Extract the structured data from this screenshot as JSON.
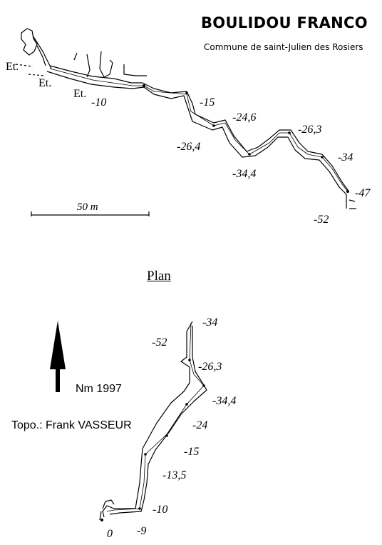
{
  "header": {
    "title": "BOULIDOU FRANCO",
    "subtitle": "Commune de saint-Julien des Rosiers"
  },
  "section": {
    "labels": {
      "et1": "Et.",
      "et2": "Et.",
      "et3": "Et.",
      "m10": "-10",
      "m15": "-15",
      "m24_6": "-24,6",
      "m26_4": "-26,4",
      "m26_3": "-26,3",
      "m34_4": "-34,4",
      "m34": "-34",
      "m47": "-47",
      "m52": "-52"
    },
    "scale_label": "50 m"
  },
  "plan": {
    "title": "Plan",
    "north_label": "Nm 1997",
    "labels": {
      "m34": "-34",
      "m52": "-52",
      "m26_3": "-26,3",
      "m34_4": "-34,4",
      "m24": "-24",
      "m15": "-15",
      "m13_5": "-13,5",
      "m10": "-10",
      "m9": "-9",
      "zero": "0"
    }
  },
  "credit": "Topo.: Frank VASSEUR"
}
